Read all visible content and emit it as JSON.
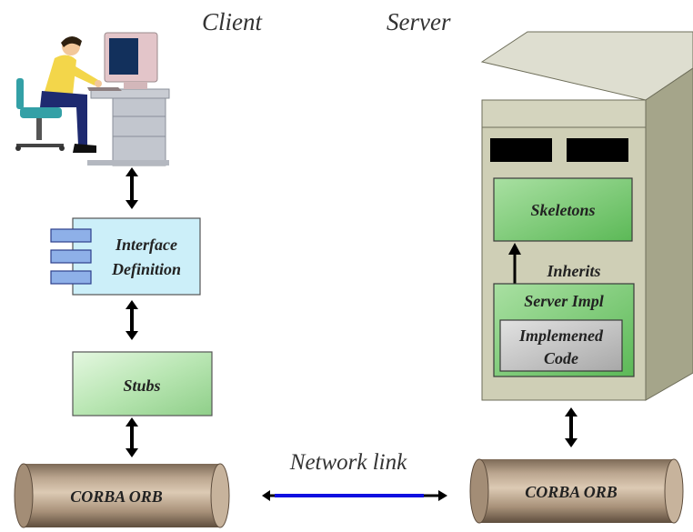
{
  "titles": {
    "client": "Client",
    "server": "Server"
  },
  "client": {
    "interface_line1": "Interface",
    "interface_line2": "Definition",
    "stubs": "Stubs",
    "orb": "CORBA ORB"
  },
  "server": {
    "skeletons": "Skeletons",
    "inherits": "Inherits",
    "server_impl": "Server Impl",
    "impl_line1": "Implemened",
    "impl_line2": "Code",
    "orb": "CORBA ORB"
  },
  "network": {
    "label": "Network link",
    "line_color": "#1010e0"
  },
  "colors": {
    "green_box": "#b9e6b3",
    "interface_box": "#cceff9",
    "orb_body": "#b9a38c",
    "server_case": "#cfcfb6",
    "impl_box": "#c4c4c4"
  },
  "icons": [
    "person-at-computer-icon",
    "server-tower-icon",
    "double-arrow-icon"
  ]
}
